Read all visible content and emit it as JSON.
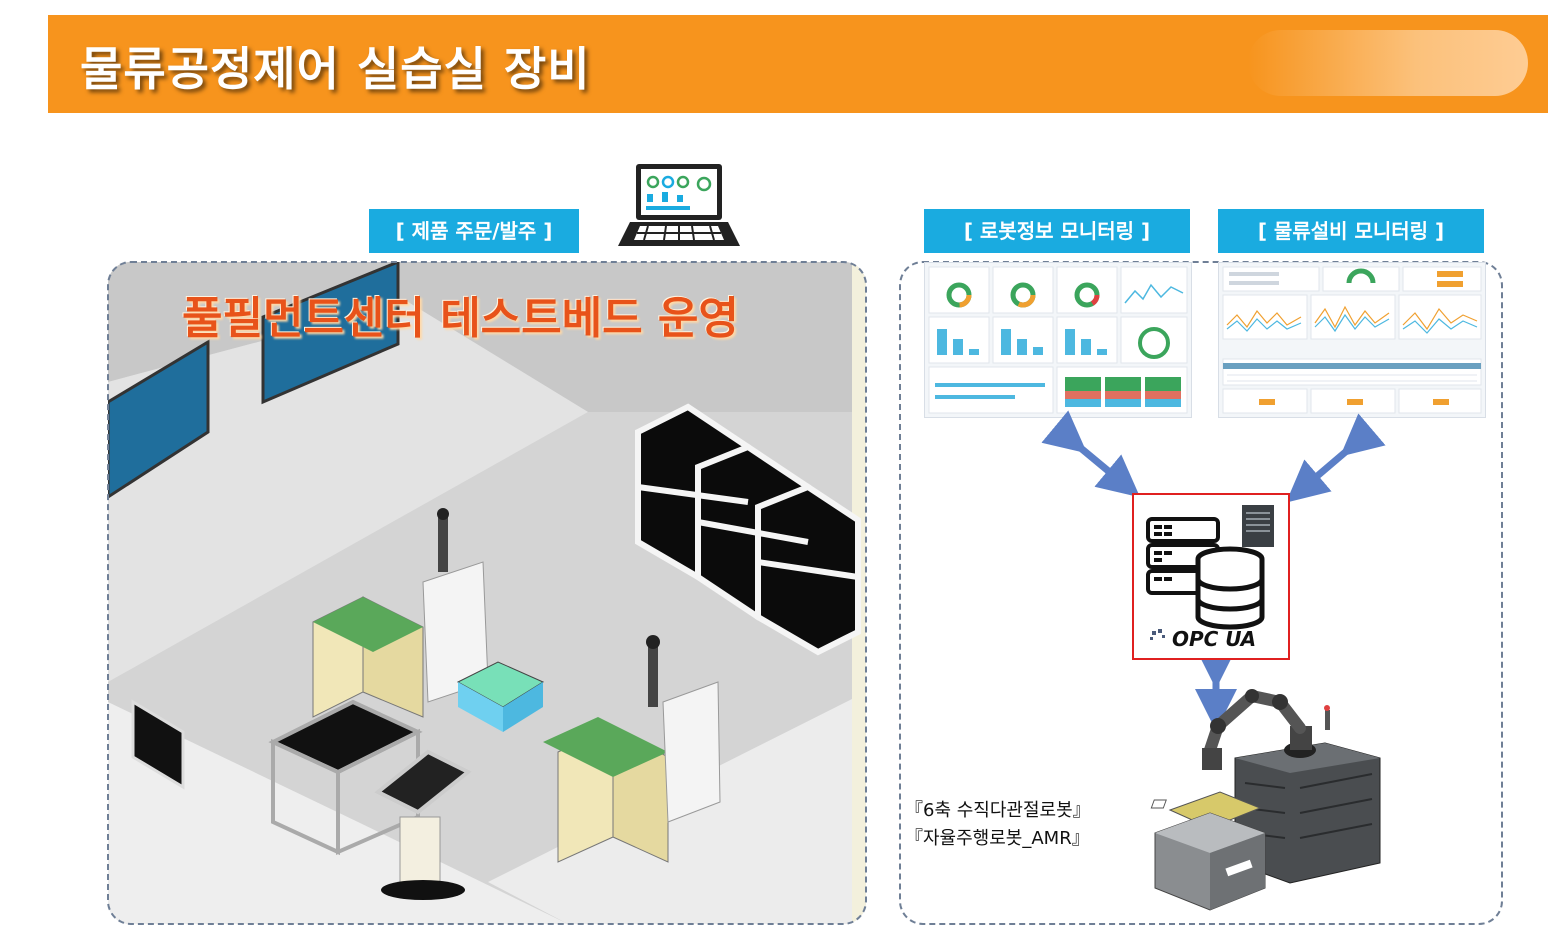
{
  "header": {
    "title": "물류공정제어 실습실 장비"
  },
  "tags": {
    "order": "[ 제품 주문/발주 ]",
    "robot_monitoring": "[ 로봇정보 모니터링 ]",
    "logistics_monitoring": "[ 물류설비 모니터링 ]"
  },
  "scene": {
    "overlay_title": "풀필먼트센터 테스트베드 운영"
  },
  "server": {
    "protocol_label": "OPC UA"
  },
  "robot_captions": {
    "line1": "『6축 수직다관절로봇』",
    "line2": "『자율주행로봇_AMR』"
  },
  "colors": {
    "header": "#f7941d",
    "tag": "#1aabe0",
    "overlay_title": "#e8531a",
    "opc_border": "#e02020",
    "arrow": "#5b7fc7"
  },
  "icons": [
    "laptop-icon",
    "server-rack-icon",
    "database-icon",
    "tower-server-icon",
    "robot-arm-icon",
    "amr-icon"
  ]
}
